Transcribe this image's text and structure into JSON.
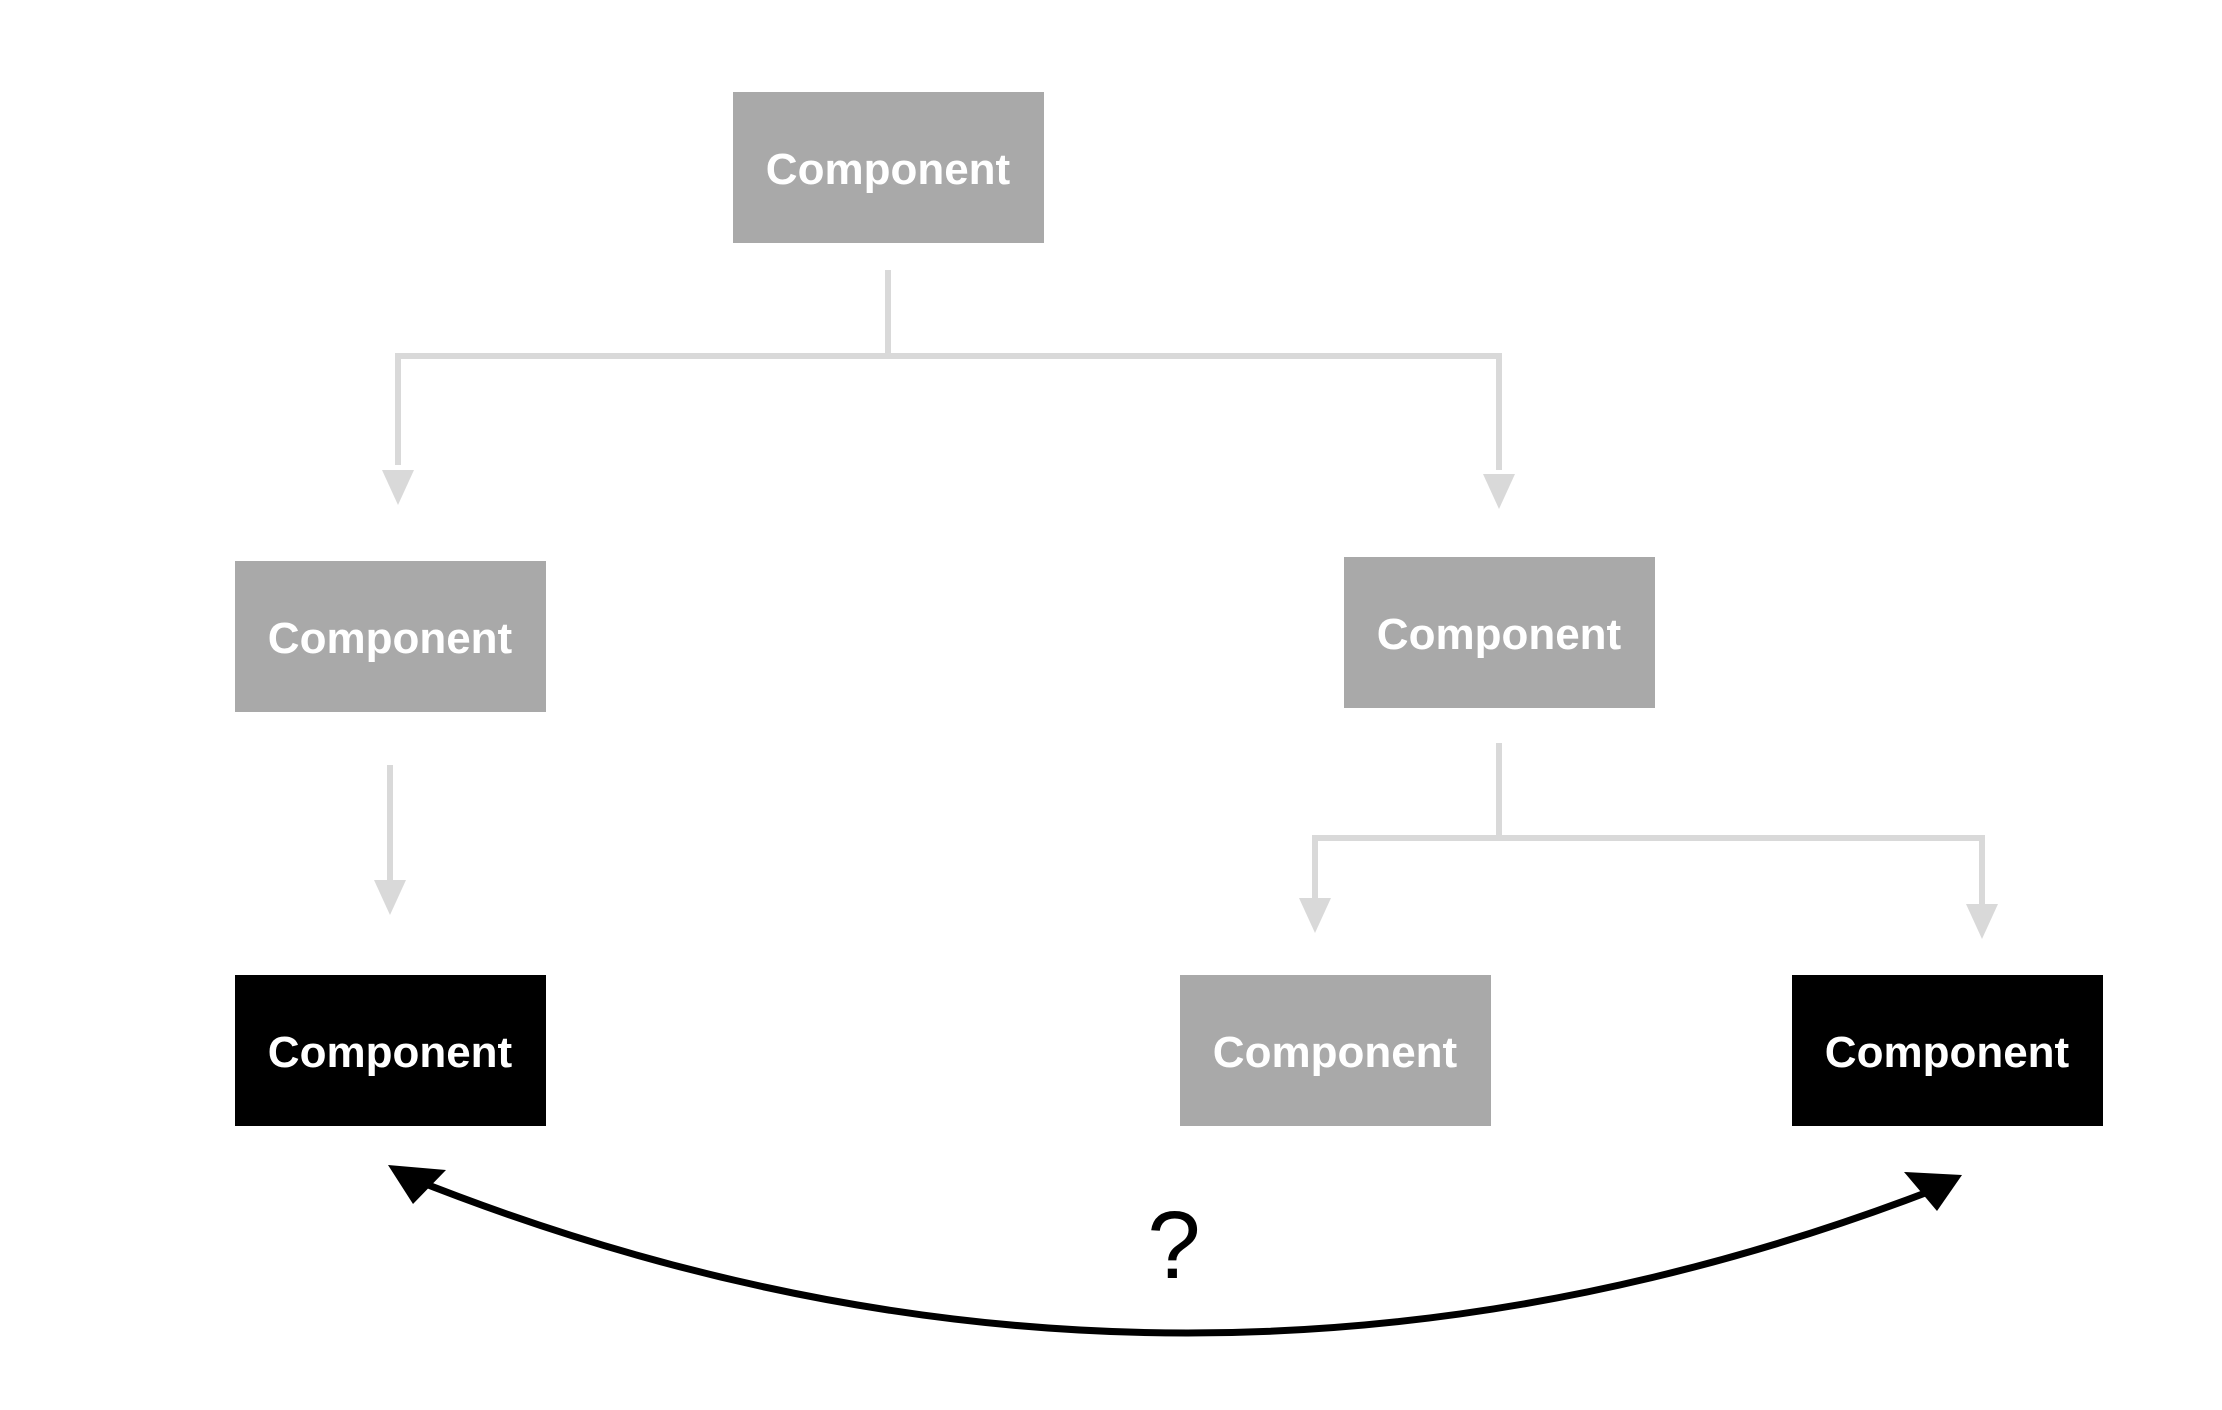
{
  "colors": {
    "background": "#ffffff",
    "component_gray": "#a9a9a9",
    "component_black": "#000000",
    "component_text": "#ffffff",
    "connector": "#d9d9d9",
    "relation_arrow": "#000000"
  },
  "components": {
    "root": {
      "label": "Component",
      "style": "gray"
    },
    "left_child": {
      "label": "Component",
      "style": "gray"
    },
    "right_child": {
      "label": "Component",
      "style": "gray"
    },
    "left_leaf": {
      "label": "Component",
      "style": "black"
    },
    "middle_leaf": {
      "label": "Component",
      "style": "gray"
    },
    "right_leaf": {
      "label": "Component",
      "style": "black"
    }
  },
  "relation": {
    "label": "?"
  }
}
